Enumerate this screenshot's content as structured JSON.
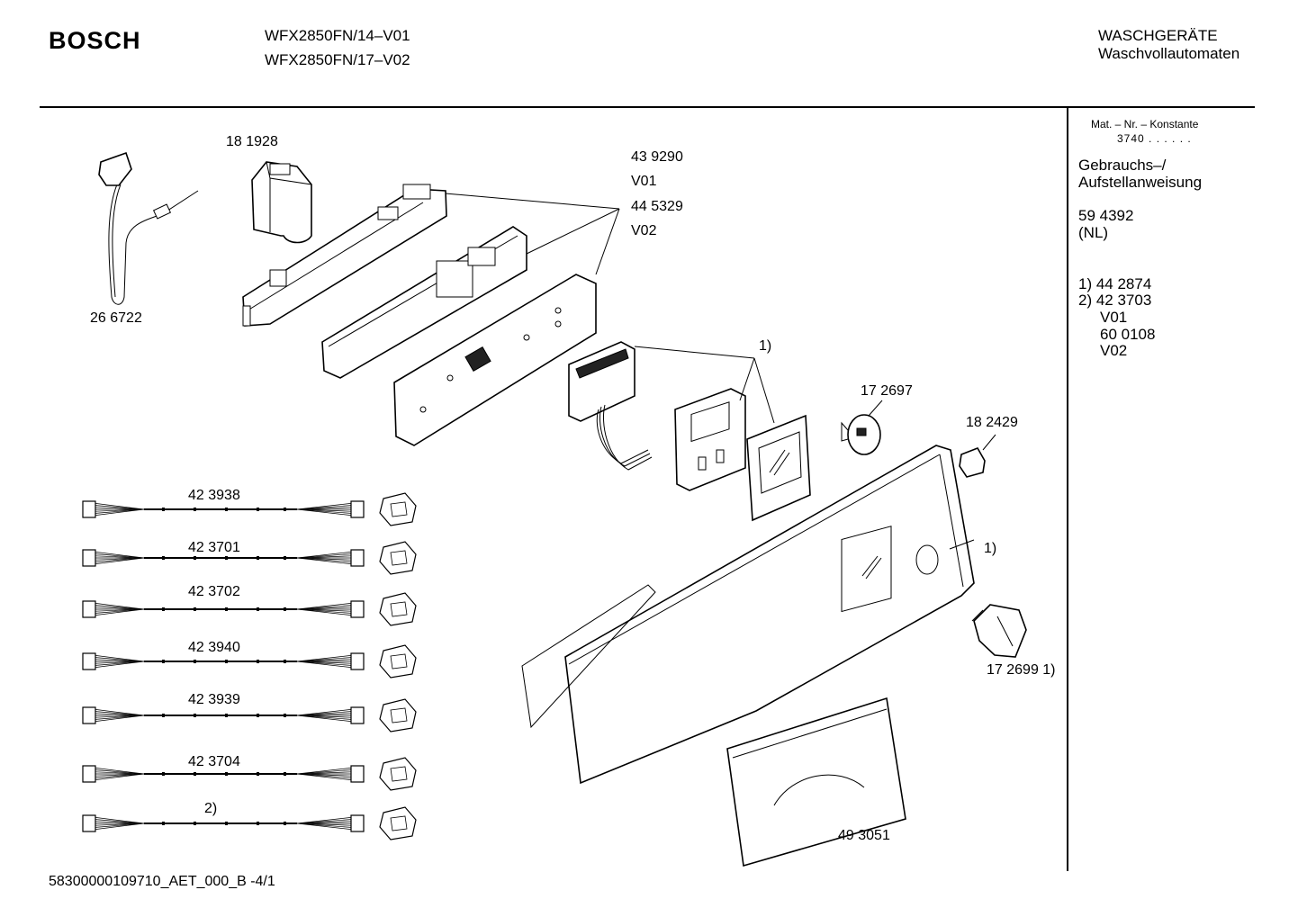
{
  "header": {
    "brand": "BOSCH",
    "models": [
      "WFX2850FN/14–V01",
      "WFX2850FN/17–V02"
    ],
    "category": [
      "WASCHGERÄTE",
      "Waschvollautomaten"
    ]
  },
  "sidebar": {
    "mat_label": "Mat. – Nr. – Konstante",
    "mat_value": "3740 . . . . . .",
    "manual_lines": [
      "Gebrauchs–/",
      "Aufstellanweisung"
    ],
    "manual_number": "59 4392",
    "manual_lang": "(NL)",
    "notes": [
      "1)  44 2874",
      "2)  42 3703",
      "V01",
      "60 0108",
      "V02"
    ]
  },
  "parts": {
    "p181928": "18 1928",
    "p266722": "26 6722",
    "p439290": "43 9290",
    "v01": "V01",
    "p445329": "44 5329",
    "v02": "V02",
    "ref1_top": "1)",
    "p172697": "17 2697",
    "p182429": "18 2429",
    "ref1_right": "1)",
    "p172699": "17 2699 1)",
    "p493051": "49 3051",
    "harness": [
      "42 3938",
      "42 3701",
      "42 3702",
      "42 3940",
      "42 3939",
      "42 3704",
      "2)"
    ]
  },
  "footer": {
    "code": "58300000109710_AET_000_B -4/1"
  }
}
